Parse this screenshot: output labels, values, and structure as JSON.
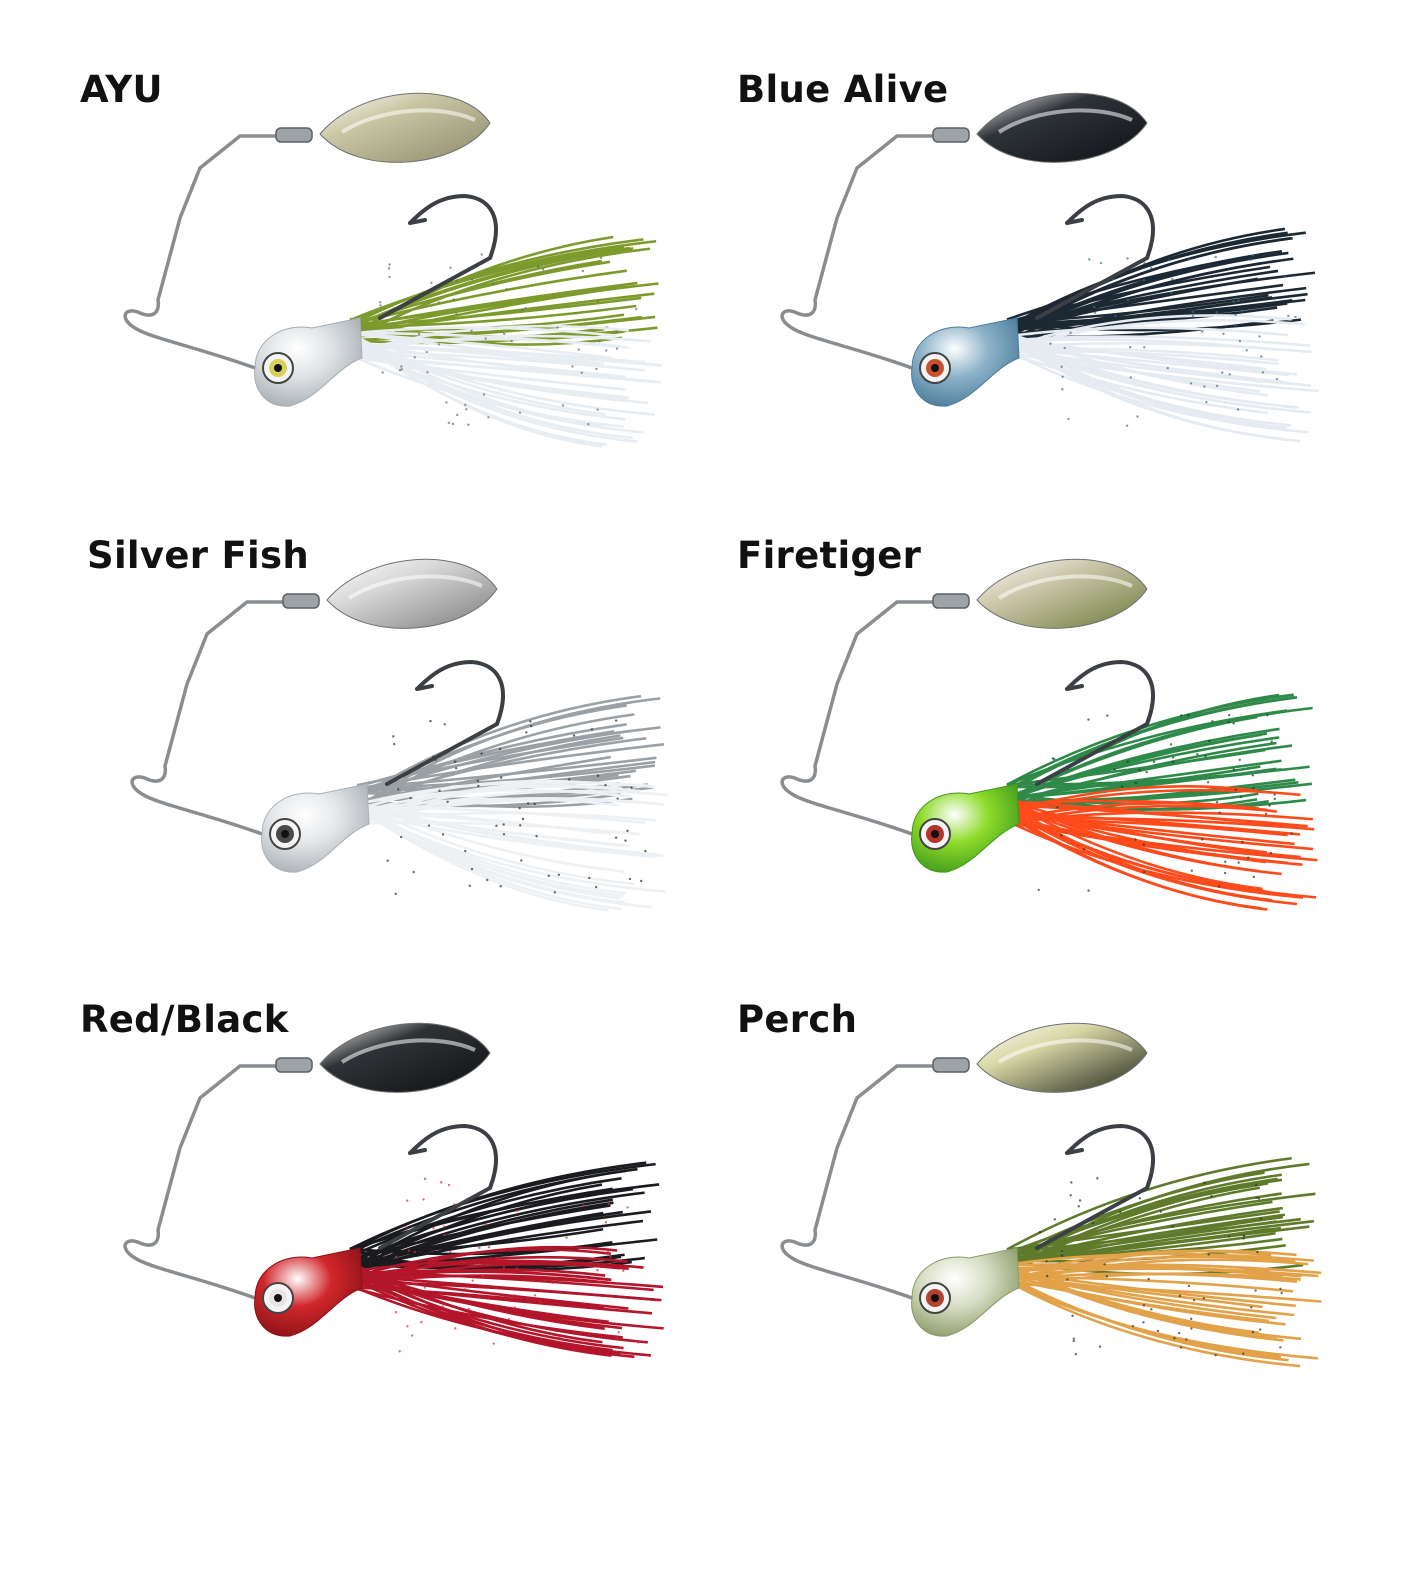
{
  "lures": [
    {
      "name": "AYU",
      "blade": "#c9c6a4",
      "blade_dark": "#8d8a6b",
      "upper": "#7d9a2c",
      "lower": "#e8edf2",
      "head": "#dfe3e6",
      "head_dark": "#a7adb2",
      "eye": "#d8cf5a",
      "speckle": "#6b6b6b"
    },
    {
      "name": "Blue Alive",
      "blade": "#2e3338",
      "blade_dark": "#0f1215",
      "upper": "#1c2833",
      "lower": "#e6ebf1",
      "head": "#8eb3c9",
      "head_dark": "#4b7c9b",
      "eye": "#c9522e",
      "speckle": "#3a6f8c"
    },
    {
      "name": "Silver Fish",
      "blade": "#d9d9d9",
      "blade_dark": "#7c7c7c",
      "upper": "#9aa0a4",
      "lower": "#eef1f4",
      "head": "#e4e7ea",
      "head_dark": "#aab0b5",
      "eye": "#4a4a4a",
      "speckle": "#2b2b2b"
    },
    {
      "name": "Firetiger",
      "blade": "#cfc9ae",
      "blade_dark": "#6d7a3a",
      "upper": "#2f8a4a",
      "lower": "#ff4a1c",
      "head": "#8fdb2b",
      "head_dark": "#3f9a1c",
      "eye": "#b3322a",
      "speckle": "#0f3d22"
    },
    {
      "name": "Red/Black",
      "blade": "#2f3236",
      "blade_dark": "#0e1013",
      "upper": "#1a1b1f",
      "lower": "#b3152a",
      "head": "#d1272b",
      "head_dark": "#8a1218",
      "eye": "#e9e4e4",
      "speckle": "#e02a3a"
    },
    {
      "name": "Perch",
      "blade": "#d8d7a5",
      "blade_dark": "#1f231a",
      "upper": "#5e7a2a",
      "lower": "#e2a24a",
      "head": "#d7ddc4",
      "head_dark": "#8a9a66",
      "eye": "#b3432e",
      "speckle": "#25331a"
    }
  ]
}
